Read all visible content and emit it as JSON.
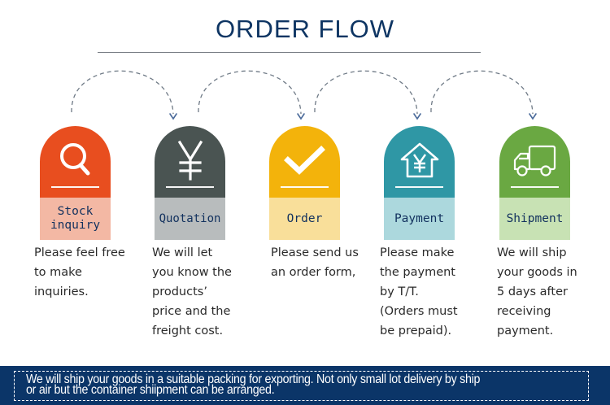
{
  "header": {
    "title": "ORDER FLOW"
  },
  "colors": {
    "title": "#0e3563",
    "banner_bg": "#0b3568",
    "arc_dash": "#6f7a86",
    "arrow": "#4a6a9a"
  },
  "steps": [
    {
      "label": "Stock\ninquiry",
      "label_line1": "Stock",
      "label_line2": "inquiry",
      "icon": "search-icon",
      "top_color": "#e84e1f",
      "bottom_color": "#f3b8a4",
      "description": "Please feel free\nto make\ninquiries."
    },
    {
      "label": "Quotation",
      "icon": "yen-icon",
      "top_color": "#4a5452",
      "bottom_color": "#b8bcbd",
      "description": "We will let\nyou know the\nproducts’\nprice and the\nfreight cost."
    },
    {
      "label": "Order",
      "icon": "checkmark-icon",
      "top_color": "#f3b30b",
      "bottom_color": "#f9df9a",
      "description": "Please send us\nan order form,"
    },
    {
      "label": "Payment",
      "icon": "house-yen-icon",
      "top_color": "#2f97a5",
      "bottom_color": "#acd8dd",
      "description": "Please make\nthe payment\nby T/T.\n(Orders must\nbe prepaid)."
    },
    {
      "label": "Shipment",
      "icon": "truck-icon",
      "top_color": "#6aa842",
      "bottom_color": "#c8e2b4",
      "description": "We will ship\nyour goods in\n5 days after\nreceiving\npayment."
    }
  ],
  "footer": {
    "line1": "We will ship your goods in a suitable packing for exporting. Not only small lot delivery by ship",
    "line2": "or air but the container shiipment can be arranged."
  }
}
